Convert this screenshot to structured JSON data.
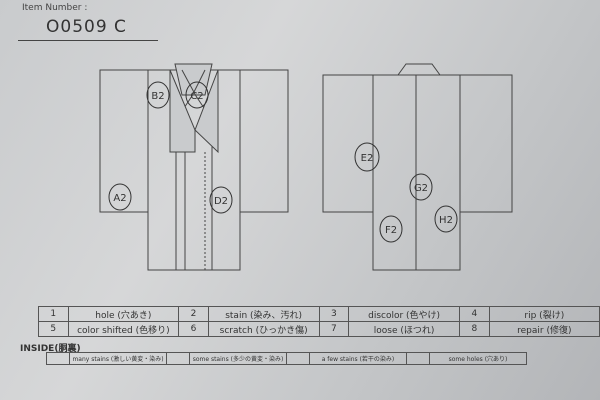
{
  "header": {
    "item_label": "Item Number :",
    "item_number": "O0509   C"
  },
  "front_marks": [
    {
      "label": "B2"
    },
    {
      "label": "C2"
    },
    {
      "label": "A2"
    },
    {
      "label": "D2"
    }
  ],
  "back_marks": [
    {
      "label": "E2"
    },
    {
      "label": "G2"
    },
    {
      "label": "F2"
    },
    {
      "label": "H2"
    }
  ],
  "legend": {
    "rows": [
      [
        {
          "num": "1",
          "desc": "hole (穴あき)"
        },
        {
          "num": "2",
          "desc": "stain (染み、汚れ)"
        },
        {
          "num": "3",
          "desc": "discolor (色やけ)"
        },
        {
          "num": "4",
          "desc": "rip (裂け)"
        }
      ],
      [
        {
          "num": "5",
          "desc": "color shifted (色移り)"
        },
        {
          "num": "6",
          "desc": "scratch (ひっかき傷)"
        },
        {
          "num": "7",
          "desc": "loose (ほつれ)"
        },
        {
          "num": "8",
          "desc": "repair (修復)"
        }
      ]
    ]
  },
  "inside": {
    "label": "INSIDE(胴裏)",
    "items": [
      "many stains (激しい黄変・染み)",
      "some stains (多少の黄変・染み)",
      "a few stains (若干の染み)",
      "some holes (穴あり)"
    ]
  }
}
